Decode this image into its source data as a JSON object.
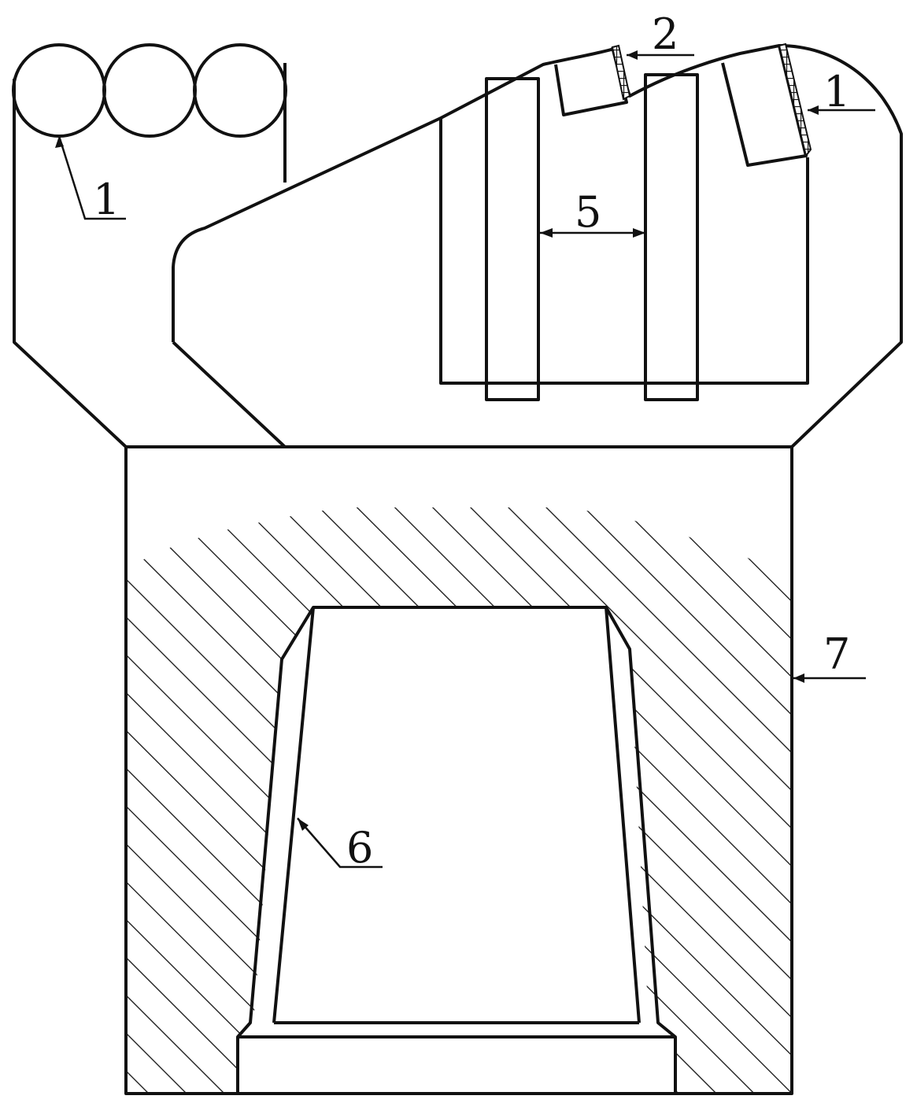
{
  "figure": {
    "type": "mechanical-cross-section",
    "labels": {
      "cutter_left": "1",
      "cutter_right": "1",
      "layer": "2",
      "gap": "5",
      "inner_wall": "6",
      "body": "7"
    },
    "colors": {
      "line": "#111111",
      "background": "#ffffff"
    }
  }
}
